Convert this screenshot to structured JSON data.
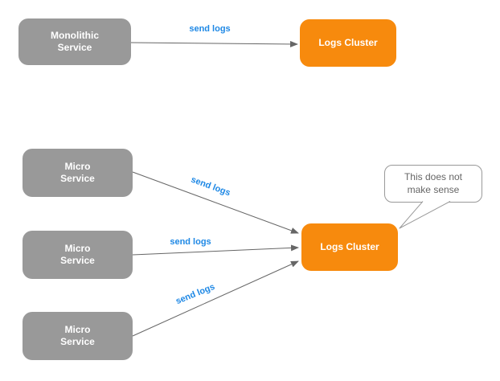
{
  "diagram": {
    "nodes": {
      "monolithic": {
        "label": "Monolithic Service"
      },
      "logs_cluster_top": {
        "label": "Logs Cluster"
      },
      "micro_1": {
        "label": "Micro Service"
      },
      "micro_2": {
        "label": "Micro Service"
      },
      "micro_3": {
        "label": "Micro Service"
      },
      "logs_cluster_bottom": {
        "label": "Logs Cluster"
      }
    },
    "edges": {
      "monolithic_to_cluster": {
        "label": "send logs"
      },
      "micro1_to_cluster": {
        "label": "send logs"
      },
      "micro2_to_cluster": {
        "label": "send logs"
      },
      "micro3_to_cluster": {
        "label": "send logs"
      }
    },
    "callout": {
      "text": "This does not make sense"
    },
    "colors": {
      "service_box_fill": "#999999",
      "cluster_box_fill": "#f78a0d",
      "box_text": "#ffffff",
      "edge_label_text": "#1e88e5",
      "arrow_stroke": "#666666",
      "callout_border": "#999999",
      "callout_text": "#666666",
      "background": "#ffffff"
    }
  }
}
